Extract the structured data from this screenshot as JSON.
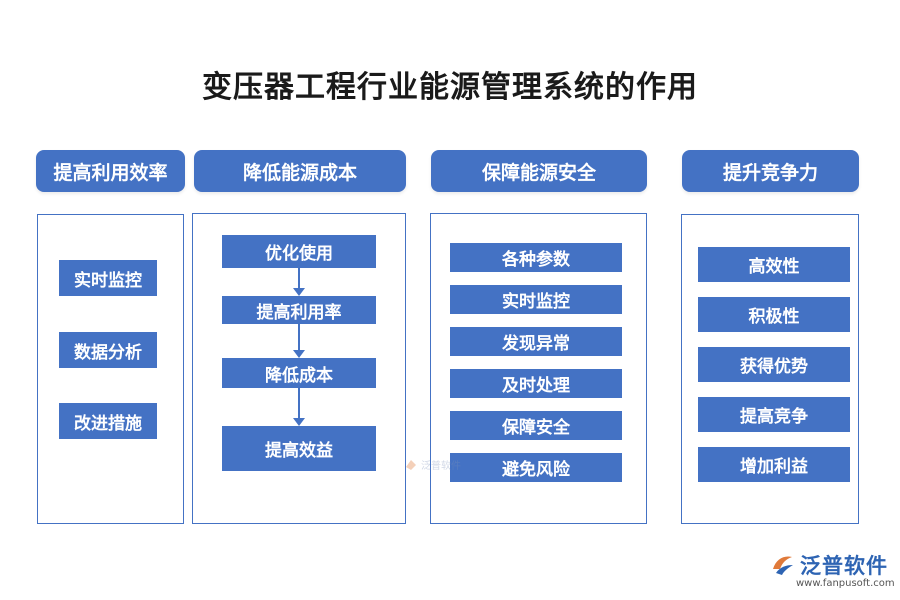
{
  "title": "变压器工程行业能源管理系统的作用",
  "columns": [
    {
      "header": "提高利用效率",
      "items": [
        "实时监控",
        "数据分析",
        "改进措施"
      ]
    },
    {
      "header": "降低能源成本",
      "items": [
        "优化使用",
        "提高利用率",
        "降低成本",
        "提高效益"
      ]
    },
    {
      "header": "保障能源安全",
      "items": [
        "各种参数",
        "实时监控",
        "发现异常",
        "及时处理",
        "保障安全",
        "避免风险"
      ]
    },
    {
      "header": "提升竞争力",
      "items": [
        "高效性",
        "积极性",
        "获得优势",
        "提高竞争",
        "增加利益"
      ]
    }
  ],
  "watermark": {
    "center_text": "泛普软件",
    "logo_text": "泛普软件",
    "logo_url": "www.fanpusoft.com"
  },
  "colors": {
    "accent": "#4472c4"
  }
}
